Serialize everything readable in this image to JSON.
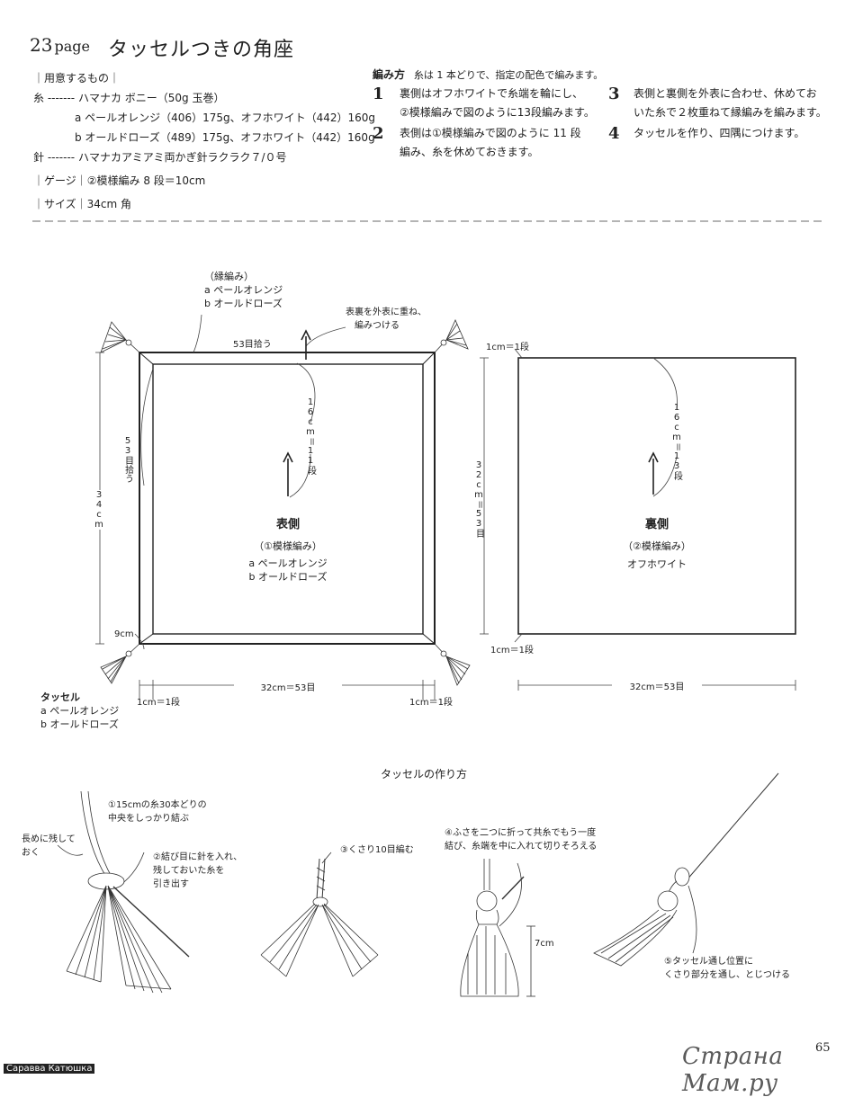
{
  "header": {
    "page_number": "23",
    "page_word": "page",
    "title": "タッセルつきの角座"
  },
  "materials": {
    "heading": "｜用意するもの｜",
    "yarn_line": "糸 ------- ハマナカ ボニー（50g 玉巻）",
    "yarn_a": "a ペールオレンジ（406）175g、オフホワイト（442）160g",
    "yarn_b": "b オールドローズ（489）175g、オフホワイト（442）160g",
    "needle_line": "針 ------- ハマナカアミアミ両かぎ針ラクラク７/０号",
    "gauge": "｜ゲージ｜②模様編み 8 段＝10cm",
    "size": "｜サイズ｜34cm 角"
  },
  "instructions": {
    "heading": "編み方",
    "note": "糸は 1 本どりで、指定の配色で編みます。",
    "steps": [
      {
        "num": "1",
        "line1": "裏側はオフホワイトで糸端を輪にし、",
        "line2": "②模様編みで図のように13段編みます。"
      },
      {
        "num": "2",
        "line1": "表側は①模様編みで図のように 11 段",
        "line2": "編み、糸を休めておきます。"
      },
      {
        "num": "3",
        "line1": "表側と裏側を外表に合わせ、休めてお",
        "line2": "いた糸で２枚重ねて縁編みを編みます。"
      },
      {
        "num": "4",
        "line1": "タッセルを作り、四隅につけます。",
        "line2": ""
      }
    ]
  },
  "front_diagram": {
    "edging_label": "（縁編み）",
    "edging_a": "a ペールオレンジ",
    "edging_b": "b オールドローズ",
    "pick_top": "53目拾う",
    "pick_side": "53目拾う",
    "join_note_1": "表裏を外表に重ね、",
    "join_note_2": "編みつける",
    "rows_label": "16cm＝11段",
    "height_label": "34cm",
    "corner_label": "9cm",
    "title": "表側",
    "pattern": "（①模様編み）",
    "color_a": "a ペールオレンジ",
    "color_b": "b オールドローズ",
    "width_label": "32cm＝53目",
    "edge_left": "1cm＝1段",
    "edge_right": "1cm＝1段",
    "tassel_label": "タッセル",
    "tassel_a": "a ペールオレンジ",
    "tassel_b": "b オールドローズ"
  },
  "back_diagram": {
    "edge_top": "1cm＝1段",
    "edge_bottom": "1cm＝1段",
    "height_label": "32cm＝53目",
    "rows_label": "16cm＝13段",
    "title": "裏側",
    "pattern": "（②模様編み）",
    "color": "オフホワイト",
    "width_label": "32cm＝53目"
  },
  "tassel_howto": {
    "title": "タッセルの作り方",
    "leave_long": "長めに残して\nおく",
    "step1": "①15cmの糸30本どりの\n中央をしっかり結ぶ",
    "step2": "②結び目に針を入れ、\n残しておいた糸を\n引き出す",
    "step3": "③くさり10目編む",
    "step4": "④ふさを二つに折って共糸でもう一度\n結び、糸端を中に入れて切りそろえる",
    "length": "7cm",
    "step5": "⑤タッセル通し位置に\nくさり部分を通し、とじつける"
  },
  "footer": {
    "credit": "Саравва Катюшка",
    "watermark": "Страна Мам.ру",
    "page": "65"
  }
}
